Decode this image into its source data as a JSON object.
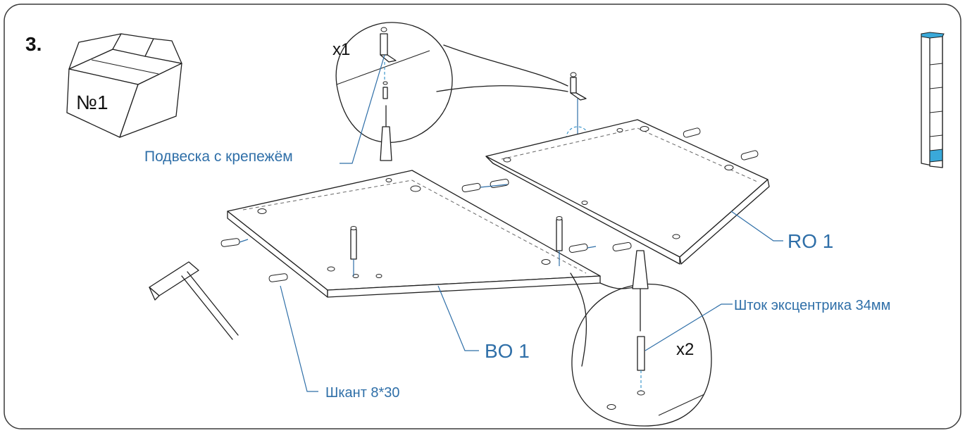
{
  "step": {
    "number": "3."
  },
  "box": {
    "label": "№1"
  },
  "quantities": {
    "hanger": "x1",
    "rod": "x2"
  },
  "callouts": {
    "hanger": "Подвеска с крепежём",
    "panel_ro": "RO 1",
    "panel_bo": "BO 1",
    "rod": "Шток эксцентрика 34мм",
    "dowel": "Шкант 8*30"
  },
  "colors": {
    "callout": "#2f6fa8",
    "highlight": "#3aa9d9"
  },
  "icons": {
    "box": "cardboard-box-icon",
    "hammer": "hammer-icon",
    "screwdriver": "screwdriver-icon",
    "cabinet": "cabinet-thumbnail-icon"
  }
}
